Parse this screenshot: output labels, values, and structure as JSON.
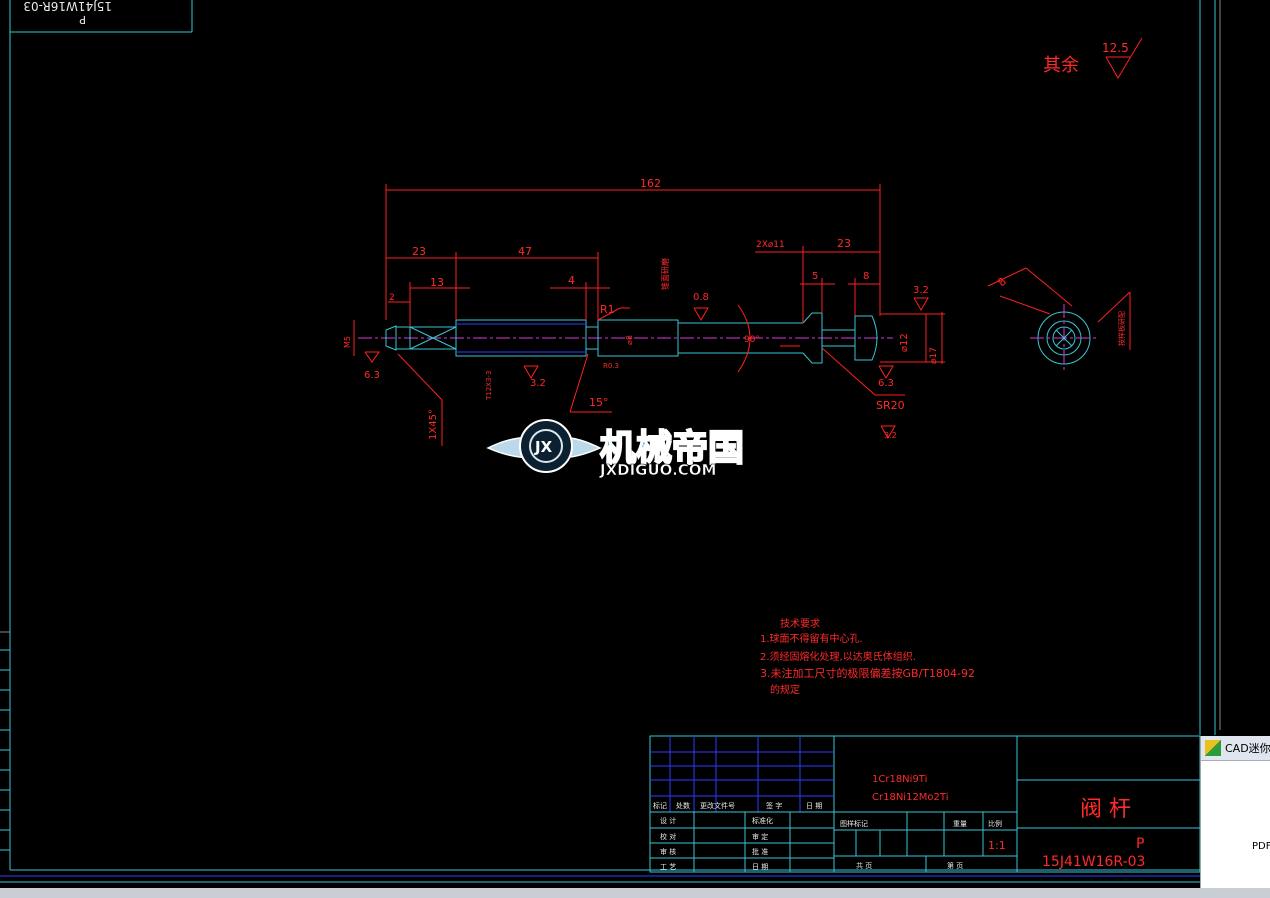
{
  "viewport": {
    "background": "#000000",
    "cyan": "#39c5d6",
    "red": "#ff2020",
    "blue": "#2b3cff"
  },
  "top_left_stamp": {
    "line1": "P",
    "line2": "15J41W16R-03"
  },
  "surface_finish_note": {
    "label": "其余",
    "value": "12.5"
  },
  "dimensions": {
    "overall": "162",
    "d23_left": "23",
    "d47": "47",
    "d13": "13",
    "d2": "2",
    "d4": "4",
    "r1": "R1",
    "d2x11": "2X⌀11",
    "d23_right": "23",
    "d5": "5",
    "d8": "8",
    "ra32_top": "3.2",
    "ra08": "0.8",
    "ra63_left": "6.3",
    "ra32_mid": "3.2",
    "ra63_right": "6.3",
    "ra32_bottom": "3.2",
    "sr20": "SR20",
    "deg15": "15°",
    "deg90": "90°",
    "chamfer": "1X45°",
    "m5": "M5",
    "dia12": "⌀12",
    "dia17": "⌀17",
    "r03": "R0.3",
    "dia8": "⌀8",
    "thread": "T12X3-3",
    "side_8": "8",
    "vert_text": "锥面研磨",
    "side_vert": "按样板研配"
  },
  "watermark": {
    "cn": "机械帝国",
    "en": "JXDIGUO.COM",
    "badge": "JX"
  },
  "tech_req": {
    "title": "技术要求",
    "items": [
      "1.球面不得留有中心孔.",
      "2.须经固熔化处理,以达奥氏体组织.",
      "3.未注加工尺寸的极限偏差按GB/T1804-92",
      "的规定"
    ]
  },
  "title_block": {
    "material1": "1Cr18Ni9Ti",
    "material2": "Cr18Ni12Mo2Ti",
    "part_name": "阀 杆",
    "drawing_no1": "P",
    "drawing_no2": "15J41W16R-03",
    "header_cols": [
      "标记",
      "处数",
      "更改文件号",
      "签 字",
      "日 期"
    ],
    "left_rows": [
      "设 计",
      "校 对",
      "审 核",
      "工 艺"
    ],
    "right_rows": [
      "标准化",
      "审 定",
      "批 准",
      "日 期"
    ],
    "stage_mark": "图样标记",
    "weight": "重量",
    "scale_label": "比例",
    "scale": "1:1",
    "total_sheets": "共  页",
    "sheet_no": "第  页"
  },
  "popup": {
    "title": "CAD迷你",
    "body": "PDF"
  }
}
